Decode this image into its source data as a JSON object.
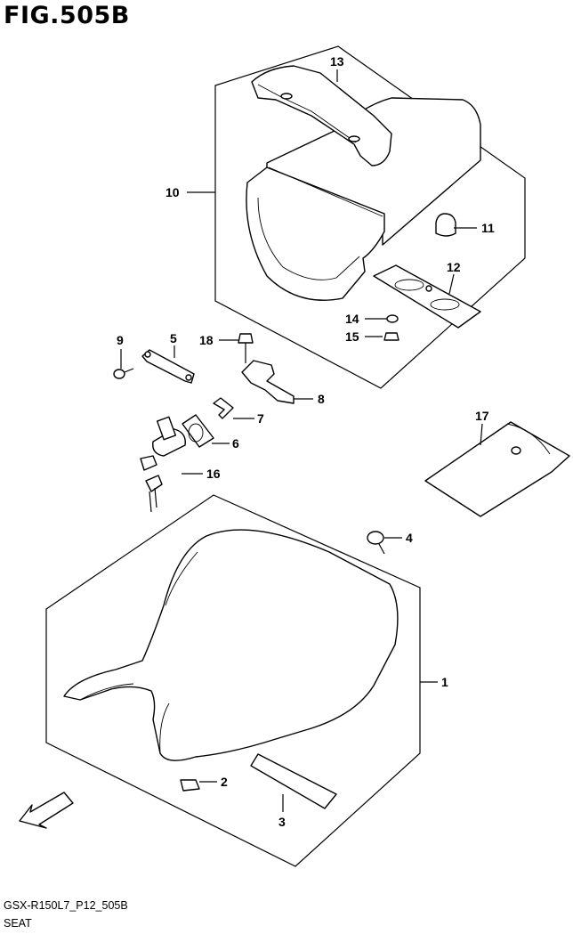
{
  "figure": {
    "title": "FIG.505B",
    "code": "GSX-R150L7_P12_505B",
    "name": "SEAT",
    "fwd_label": "FWD"
  },
  "callouts": [
    "1",
    "2",
    "3",
    "4",
    "5",
    "6",
    "7",
    "8",
    "9",
    "10",
    "11",
    "12",
    "13",
    "14",
    "15",
    "16",
    "17",
    "18"
  ]
}
